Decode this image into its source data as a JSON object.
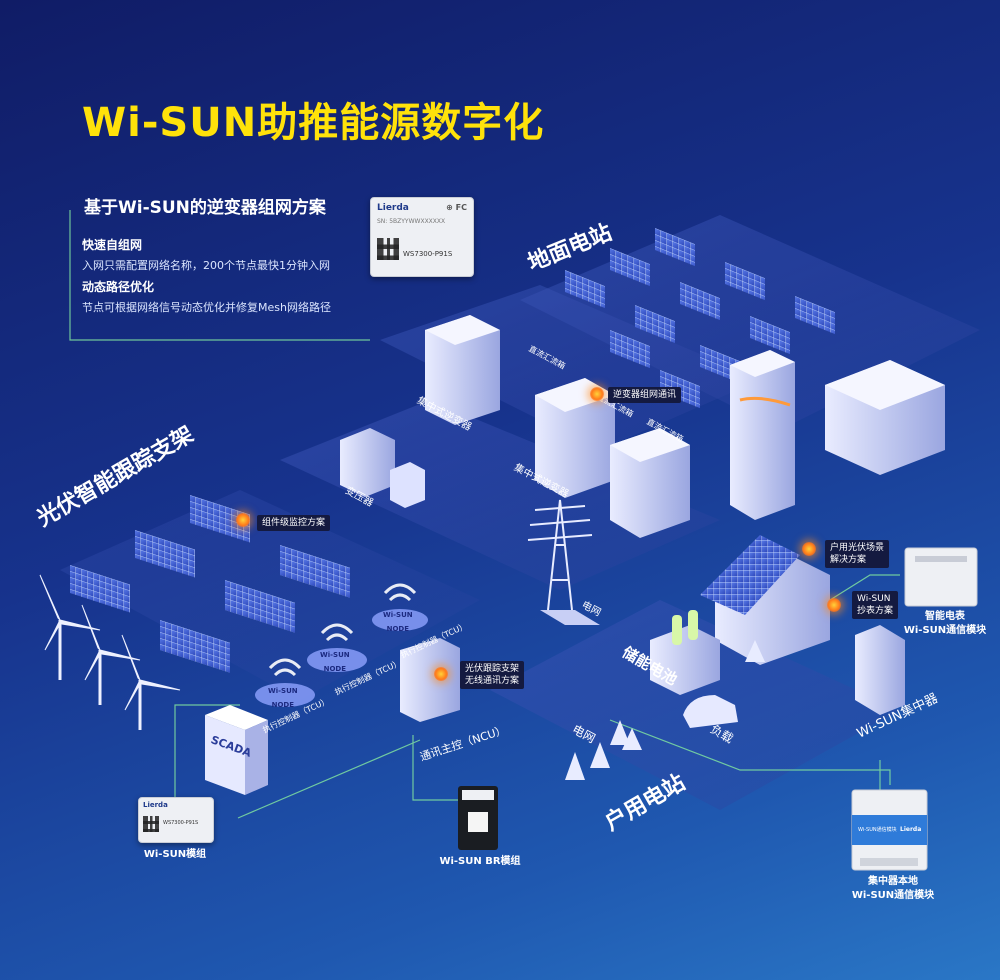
{
  "title": "Wi-SUN助推能源数字化",
  "solution": {
    "title": "基于Wi-SUN的逆变器组网方案",
    "features": [
      {
        "heading": "快速自组网",
        "desc": "入网只需配置网络名称，200个节点最快1分钟入网"
      },
      {
        "heading": "动态路径优化",
        "desc": "节点可根据网络信号动态优化并修复Mesh网络路径"
      }
    ],
    "module": {
      "brand": "Lierda",
      "cert": "⊕ FC",
      "serial": "SN: 5BZYYWWXXXXXX",
      "model": "WS7300-P91S"
    }
  },
  "areas": {
    "ground_station": "地面电站",
    "pv_tracker": "光伏智能跟踪支架",
    "household_station": "户用电站"
  },
  "components": {
    "central_inverter_1": "集中式逆变器",
    "central_inverter_2": "集中式逆变器",
    "dc_combiner_1": "直流汇流箱",
    "dc_combiner_2": "直流汇流箱",
    "dc_combiner_3": "直流汇流箱",
    "transformer": "变压器",
    "grid_tower": "电网",
    "grid_home": "电网",
    "storage": "储能电池",
    "load": "负载",
    "concentrator": "Wi-SUN集中器",
    "tcu_1": "执行控制器（TCU）",
    "tcu_2": "执行控制器（TCU）",
    "tcu_3": "执行控制器（TCU）",
    "ncu": "通讯主控（NCU）",
    "scada": "SCADA",
    "node_badge": "Wi-SUN\nNODE"
  },
  "tags": {
    "inverter_comm": "逆变器组网通讯",
    "component_monitor": "组件级监控方案",
    "tracker_wireless": "光伏跟踪支架\n无线通讯方案",
    "household_pv": "户用光伏场景\n解决方案",
    "meter_reading": "Wi-SUN\n抄表方案"
  },
  "modules": {
    "wisun_module": {
      "label": "Wi-SUN模组",
      "brand": "Lierda",
      "model": "WS7300-P91S"
    },
    "br_module": {
      "label": "Wi-SUN BR模组"
    },
    "smart_meter": {
      "label": "智能电表\nWi-SUN通信模块"
    },
    "concentrator_module": {
      "label": "集中器本地\nWi-SUN通信模块",
      "badge": "Wi-SUN通信模块",
      "brand": "Lierda"
    }
  },
  "colors": {
    "title": "#ffe20a",
    "accent_orange": "#ff7a1a",
    "connector_green": "#7fe0a0",
    "bg_dark": "#101c66",
    "bg_light": "#2a77c6"
  }
}
